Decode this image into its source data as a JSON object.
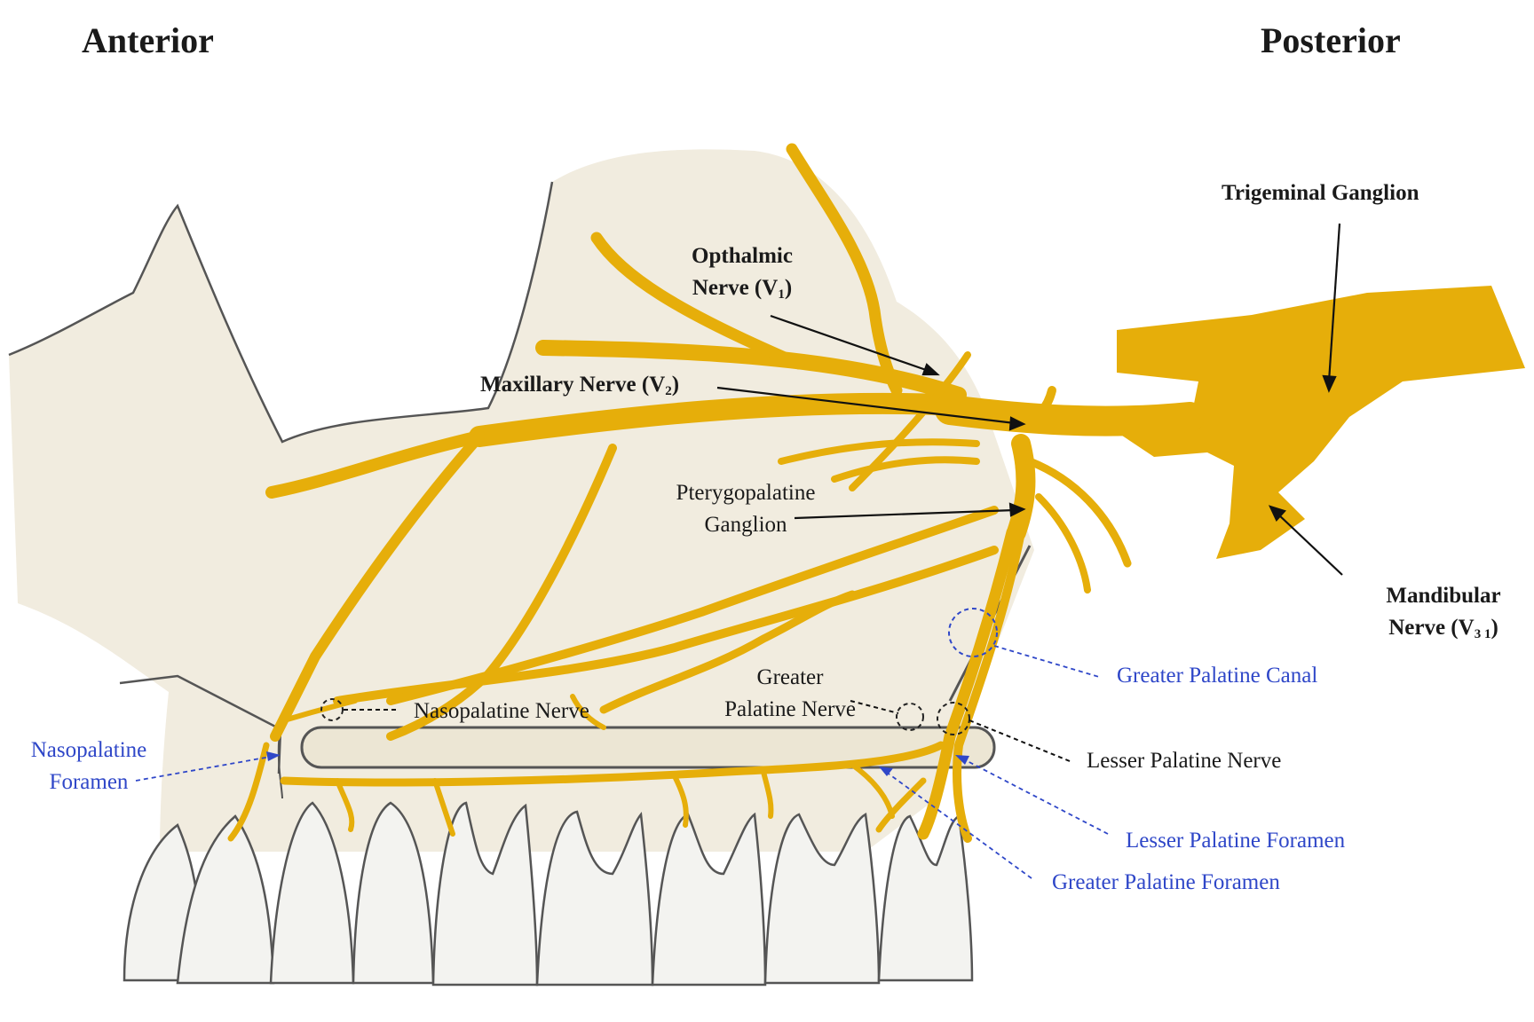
{
  "orientation": {
    "anterior": "Anterior",
    "posterior": "Posterior"
  },
  "labels": {
    "trigeminal_ganglion": "Trigeminal Ganglion",
    "opthalmic_line1": "Opthalmic",
    "opthalmic_line2_prefix": "Nerve (V",
    "opthalmic_sub": "1",
    "maxillary_prefix": "Maxillary Nerve (V",
    "maxillary_sub": "2",
    "pterygopalatine_line1": "Pterygopalatine",
    "pterygopalatine_line2": "Ganglion",
    "mandibular_line1": "Mandibular",
    "mandibular_line2_prefix": "Nerve (V",
    "mandibular_sub": "3 1",
    "nasopalatine_nerve": "Nasopalatine Nerve",
    "greater_palatine_line1": "Greater",
    "greater_palatine_line2": "Palatine Nerve",
    "lesser_palatine_nerve": "Lesser Palatine Nerve",
    "nasopalatine_foramen_line1": "Nasopalatine",
    "nasopalatine_foramen_line2": "Foramen",
    "greater_palatine_canal": "Greater Palatine Canal",
    "lesser_palatine_foramen": "Lesser Palatine Foramen",
    "greater_palatine_foramen": "Greater Palatine Foramen"
  },
  "colors": {
    "nerve": "#E6AE0A",
    "bone": "#F1ECDF",
    "teeth": "#F3F3F0",
    "outline": "#555555",
    "blue_label": "#2F47C8",
    "black_label": "#1A1A1A"
  }
}
